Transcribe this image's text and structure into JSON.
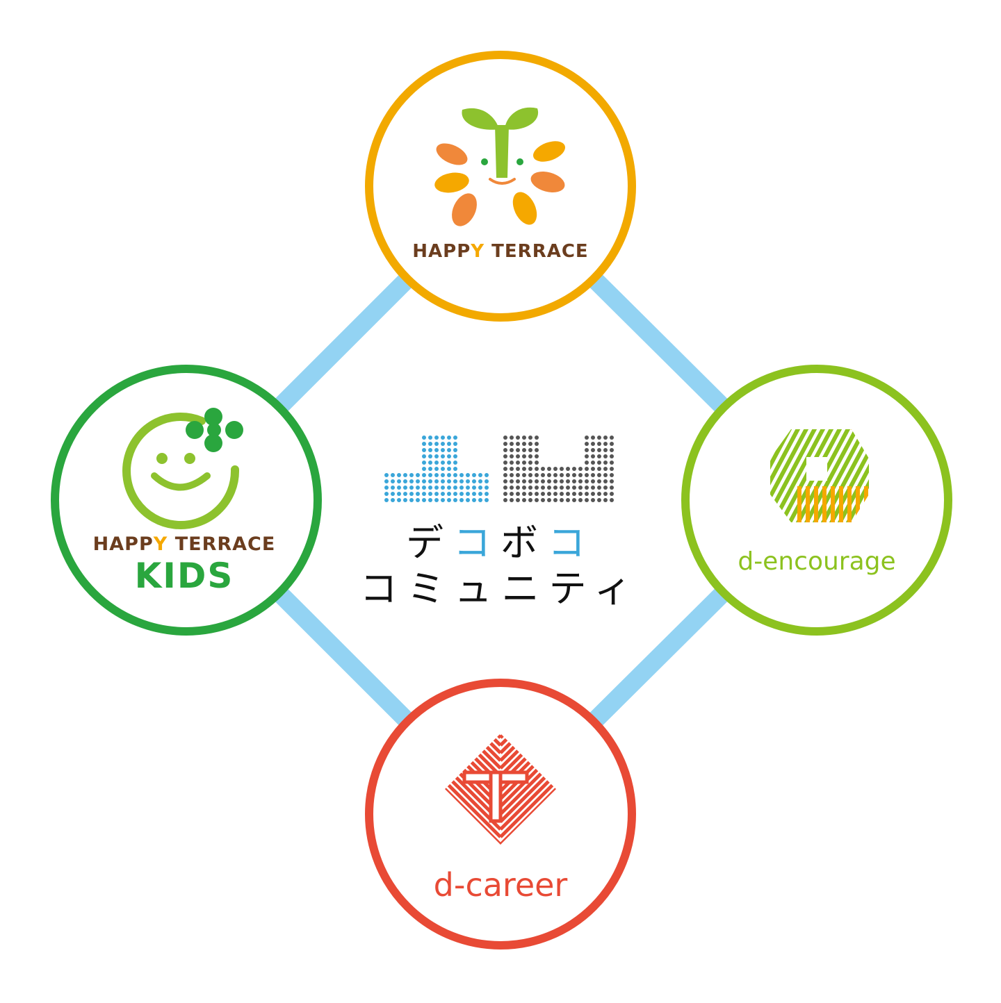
{
  "center": {
    "title_line1_parts": [
      "デ",
      "コ",
      "ボ",
      "コ"
    ],
    "title_line2": "コミュニティ",
    "colors": {
      "blue": "#3aa6d9",
      "gray": "#555555",
      "text": "#111111"
    }
  },
  "connector_color": "#93d3f3",
  "nodes": {
    "top": {
      "name": "HAPPY TERRACE",
      "label_part1": "HAPP",
      "label_y": "Y",
      "label_part2": " TERRACE",
      "ring_color": "#f2a900",
      "icon": "sprout-flower-logo"
    },
    "left": {
      "label_part1": "HAPP",
      "label_y": "Y",
      "label_part2": " TERRACE",
      "label_line2": "KIDS",
      "ring_color": "#2aa63e",
      "icon": "smiley-clover-logo"
    },
    "right": {
      "label": "d-encourage",
      "ring_color": "#8cc21f",
      "icon": "striped-octagon-logo"
    },
    "bottom": {
      "label": "d-career",
      "ring_color": "#e84a35",
      "icon": "striped-diamond-logo"
    }
  }
}
